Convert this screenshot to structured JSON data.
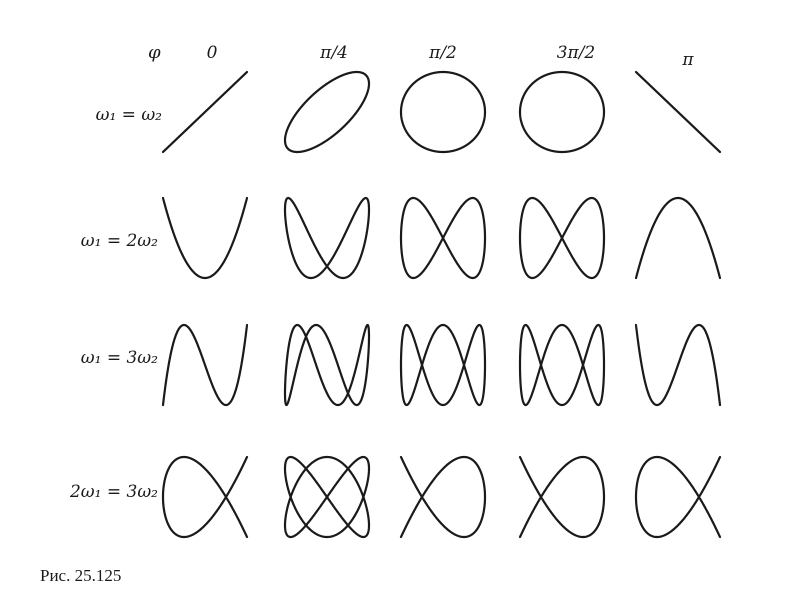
{
  "header": {
    "phi_label": "φ",
    "columns": [
      "0",
      "π/4",
      "π/2",
      "3π/2",
      "π"
    ]
  },
  "rows": [
    {
      "label": "ω₁ = ω₂"
    },
    {
      "label": "ω₁ = 2ω₂"
    },
    {
      "label": "ω₁ = 3ω₂"
    },
    {
      "label": "2ω₁ = 3ω₂"
    }
  ],
  "figures": {
    "phases": [
      0,
      0.7854,
      1.5708,
      4.7124,
      3.1416
    ],
    "rows": [
      {
        "a": 1,
        "b": 1
      },
      {
        "a": 1,
        "b": 2
      },
      {
        "a": 1,
        "b": 3
      },
      {
        "a": 2,
        "b": 3
      }
    ]
  },
  "caption": "Рис. 25.125"
}
